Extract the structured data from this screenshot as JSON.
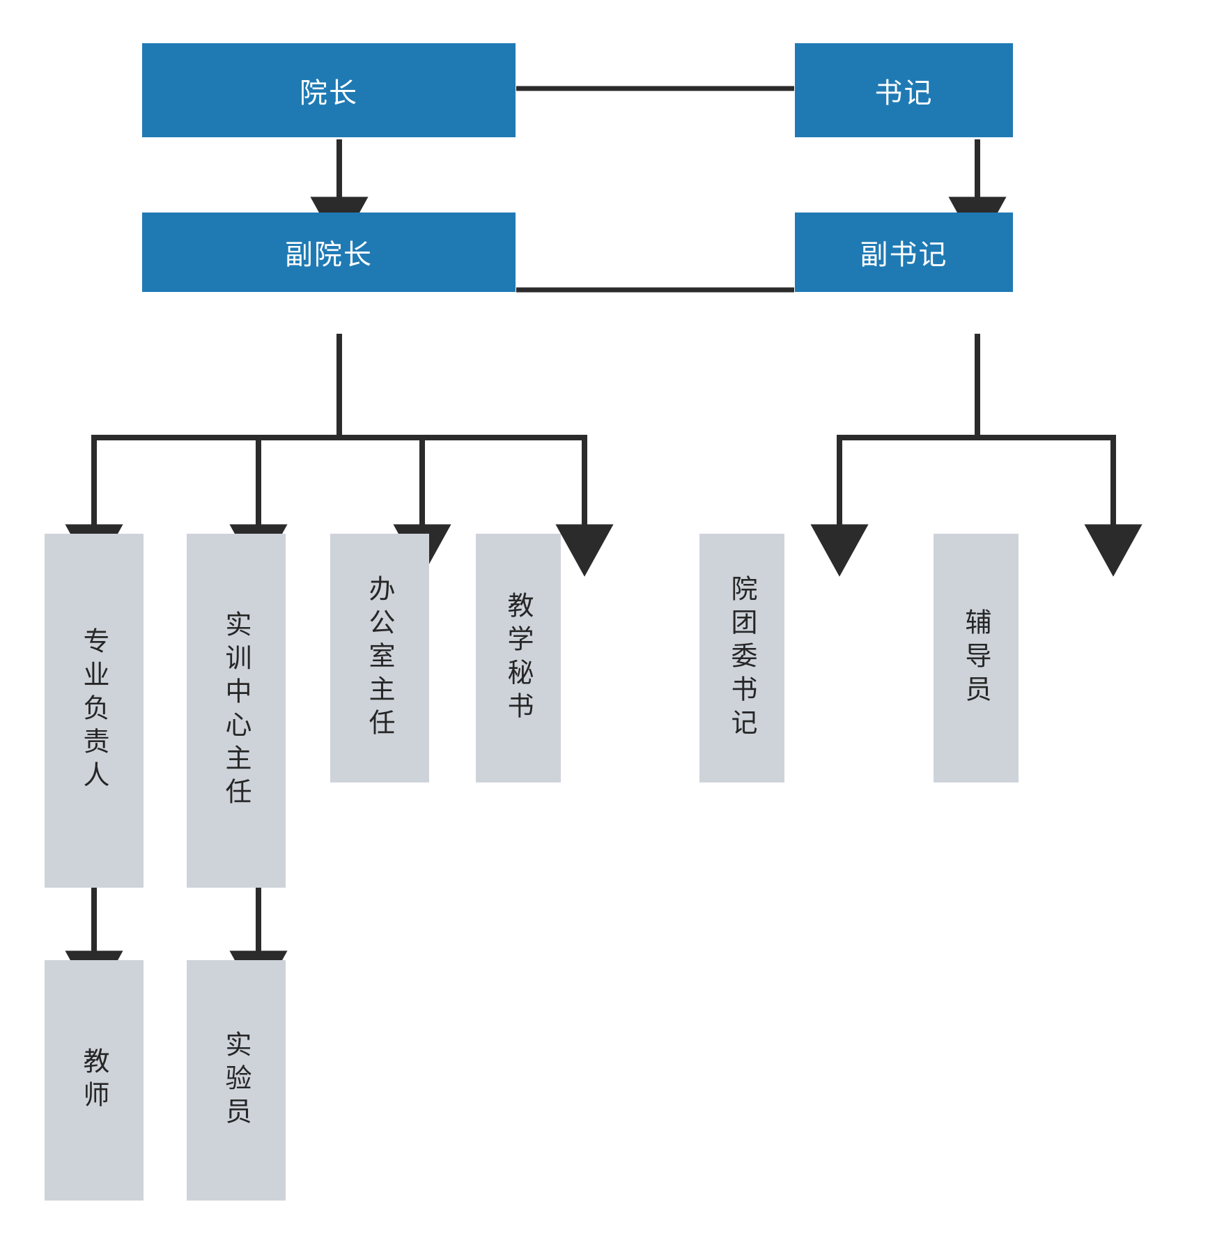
{
  "diagram": {
    "type": "organization-chart",
    "title": "",
    "colors": {
      "primary_box": "#1f7ab4",
      "primary_text": "#ffffff",
      "secondary_box": "#ced3da",
      "secondary_text": "#262626",
      "connector": "#2b2b2b",
      "background": "#ffffff"
    },
    "levels": [
      {
        "level": 1,
        "nodes": [
          {
            "id": "dean",
            "label": "院长",
            "style": "primary",
            "orientation": "horizontal"
          },
          {
            "id": "secretary",
            "label": "书记",
            "style": "primary",
            "orientation": "horizontal"
          }
        ]
      },
      {
        "level": 2,
        "nodes": [
          {
            "id": "vice-dean",
            "label": "副院长",
            "style": "primary",
            "orientation": "horizontal"
          },
          {
            "id": "deputy-secretary",
            "label": "副书记",
            "style": "primary",
            "orientation": "horizontal"
          }
        ]
      },
      {
        "level": 3,
        "nodes": [
          {
            "id": "major-leader",
            "label": "专业负责人",
            "style": "secondary",
            "orientation": "vertical"
          },
          {
            "id": "training-center-director",
            "label": "实训中心主任",
            "style": "secondary",
            "orientation": "vertical"
          },
          {
            "id": "office-director",
            "label": "办公室主任",
            "style": "secondary",
            "orientation": "vertical"
          },
          {
            "id": "teaching-secretary",
            "label": "教学秘书",
            "style": "secondary",
            "orientation": "vertical"
          },
          {
            "id": "league-committee-secretary",
            "label": "院团委书记",
            "style": "secondary",
            "orientation": "vertical"
          },
          {
            "id": "counselor",
            "label": "辅导员",
            "style": "secondary",
            "orientation": "vertical"
          }
        ]
      },
      {
        "level": 4,
        "nodes": [
          {
            "id": "teacher",
            "label": "教师",
            "style": "secondary",
            "orientation": "vertical"
          },
          {
            "id": "lab-technician",
            "label": "实验员",
            "style": "secondary",
            "orientation": "vertical"
          }
        ]
      }
    ],
    "connections": [
      {
        "from": "dean",
        "to": "secretary",
        "kind": "peer-line",
        "arrow": false
      },
      {
        "from": "dean",
        "to": "vice-dean",
        "kind": "down-arrow",
        "arrow": true
      },
      {
        "from": "secretary",
        "to": "deputy-secretary",
        "kind": "down-arrow",
        "arrow": true
      },
      {
        "from": "vice-dean",
        "to": "deputy-secretary",
        "kind": "peer-line",
        "arrow": false
      },
      {
        "from": "vice-dean",
        "to": "major-leader",
        "kind": "branch-arrow",
        "arrow": true
      },
      {
        "from": "vice-dean",
        "to": "training-center-director",
        "kind": "branch-arrow",
        "arrow": true
      },
      {
        "from": "vice-dean",
        "to": "office-director",
        "kind": "branch-arrow",
        "arrow": true
      },
      {
        "from": "vice-dean",
        "to": "teaching-secretary",
        "kind": "branch-arrow",
        "arrow": true
      },
      {
        "from": "deputy-secretary",
        "to": "league-committee-secretary",
        "kind": "branch-arrow",
        "arrow": true
      },
      {
        "from": "deputy-secretary",
        "to": "counselor",
        "kind": "branch-arrow",
        "arrow": true
      },
      {
        "from": "major-leader",
        "to": "teacher",
        "kind": "down-arrow",
        "arrow": true
      },
      {
        "from": "training-center-director",
        "to": "lab-technician",
        "kind": "down-arrow",
        "arrow": true
      }
    ]
  }
}
